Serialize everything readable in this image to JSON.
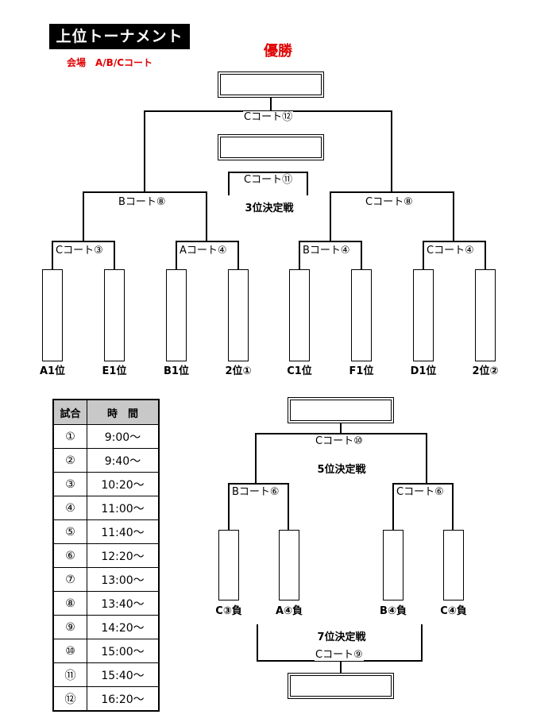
{
  "header": {
    "title": "上位トーナメント",
    "venue": "会場　A/B/Cコート",
    "champion": "優勝"
  },
  "upper": {
    "final_court": "Cコート⑫",
    "third_court": "Cコート⑪",
    "third_label": "3位決定戦",
    "semi_left_court": "Bコート⑧",
    "semi_right_court": "Cコート⑧",
    "qf_courts": [
      "Cコート③",
      "Aコート④",
      "Bコート④",
      "Cコート④"
    ],
    "teams": [
      "A1位",
      "E1位",
      "B1位",
      "2位①",
      "C1位",
      "F1位",
      "D1位",
      "2位②"
    ]
  },
  "lower": {
    "fifth_court": "Cコート⑩",
    "fifth_label": "5位決定戦",
    "left_court": "Bコート⑥",
    "right_court": "Cコート⑥",
    "teams": [
      "C③負",
      "A④負",
      "B④負",
      "C④負"
    ],
    "seventh_label": "7位決定戦",
    "seventh_court": "Cコート⑨"
  },
  "schedule": {
    "headers": [
      "試合",
      "時　間"
    ],
    "rows": [
      {
        "num": "①",
        "time": "9:00～"
      },
      {
        "num": "②",
        "time": "9:40～"
      },
      {
        "num": "③",
        "time": "10:20～"
      },
      {
        "num": "④",
        "time": "11:00～"
      },
      {
        "num": "⑤",
        "time": "11:40～"
      },
      {
        "num": "⑥",
        "time": "12:20～"
      },
      {
        "num": "⑦",
        "time": "13:00～"
      },
      {
        "num": "⑧",
        "time": "13:40～"
      },
      {
        "num": "⑨",
        "time": "14:20～"
      },
      {
        "num": "⑩",
        "time": "15:00～"
      },
      {
        "num": "⑪",
        "time": "15:40～"
      },
      {
        "num": "⑫",
        "time": "16:20～"
      }
    ]
  }
}
